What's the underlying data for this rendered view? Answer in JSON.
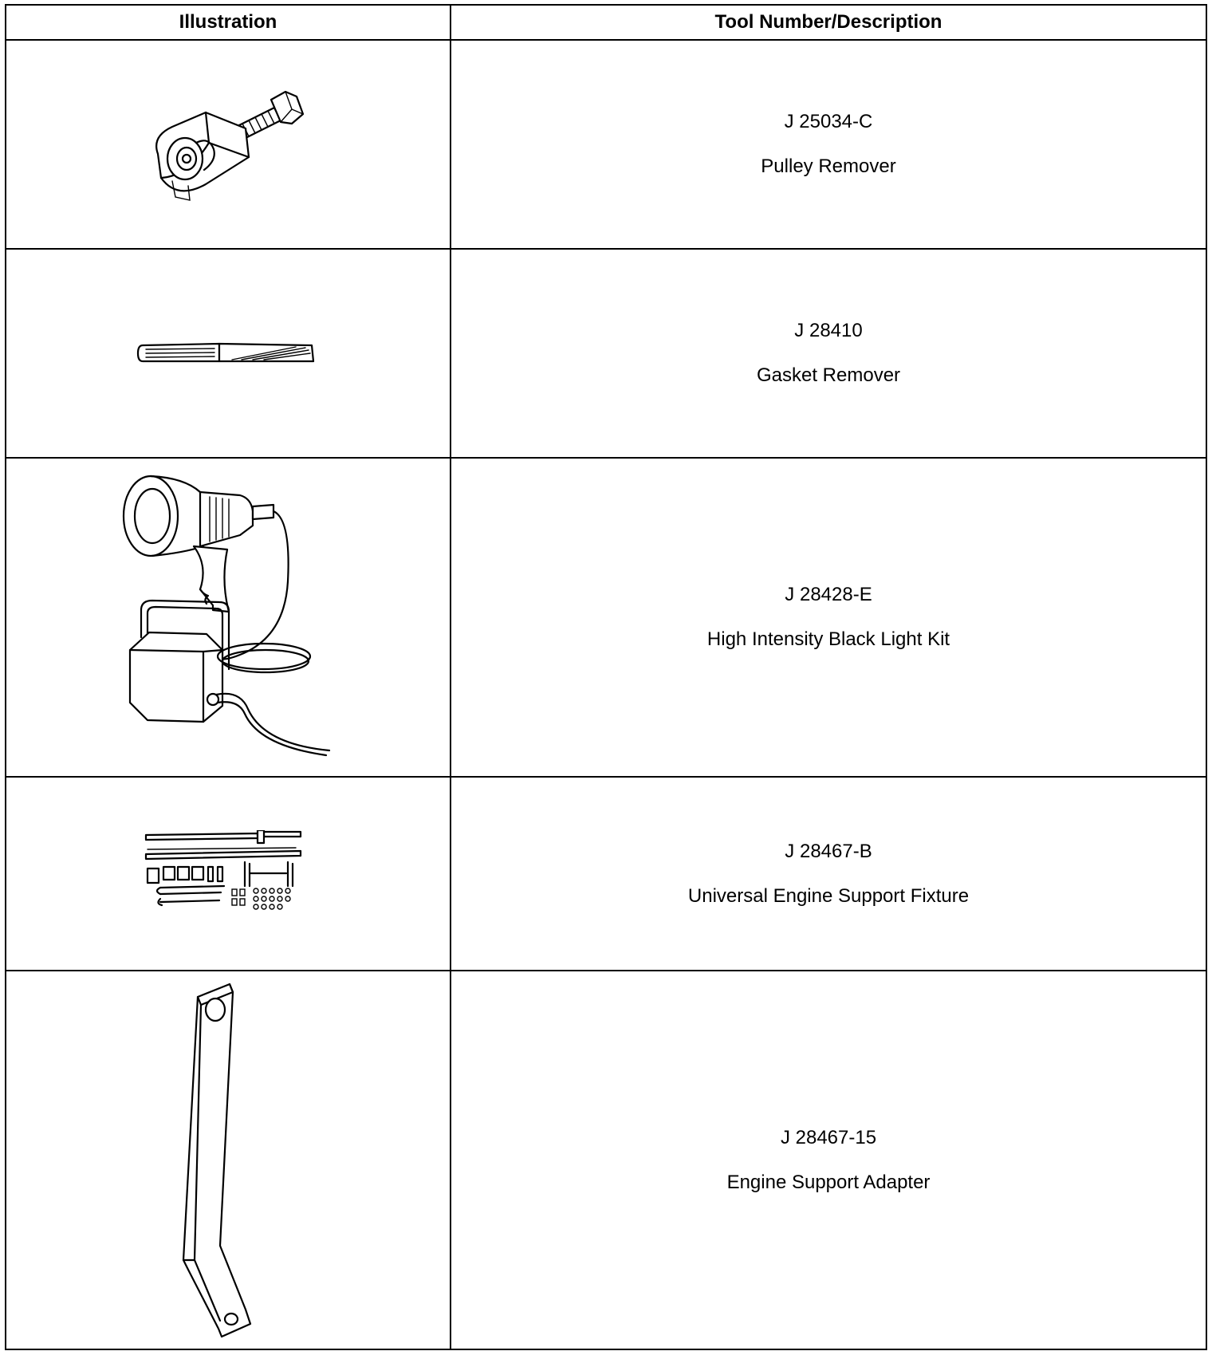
{
  "header": {
    "illustration": "Illustration",
    "description": "Tool Number/Description"
  },
  "tools": [
    {
      "number": "J 25034-C",
      "description": "Pulley Remover",
      "icon": "pulley-remover-icon"
    },
    {
      "number": "J 28410",
      "description": "Gasket Remover",
      "icon": "gasket-remover-icon"
    },
    {
      "number": "J 28428-E",
      "description": "High Intensity Black Light Kit",
      "icon": "black-light-kit-icon"
    },
    {
      "number": "J 28467-B",
      "description": "Universal Engine Support Fixture",
      "icon": "engine-support-fixture-icon"
    },
    {
      "number": "J 28467-15",
      "description": "Engine Support Adapter",
      "icon": "engine-support-adapter-icon"
    }
  ]
}
